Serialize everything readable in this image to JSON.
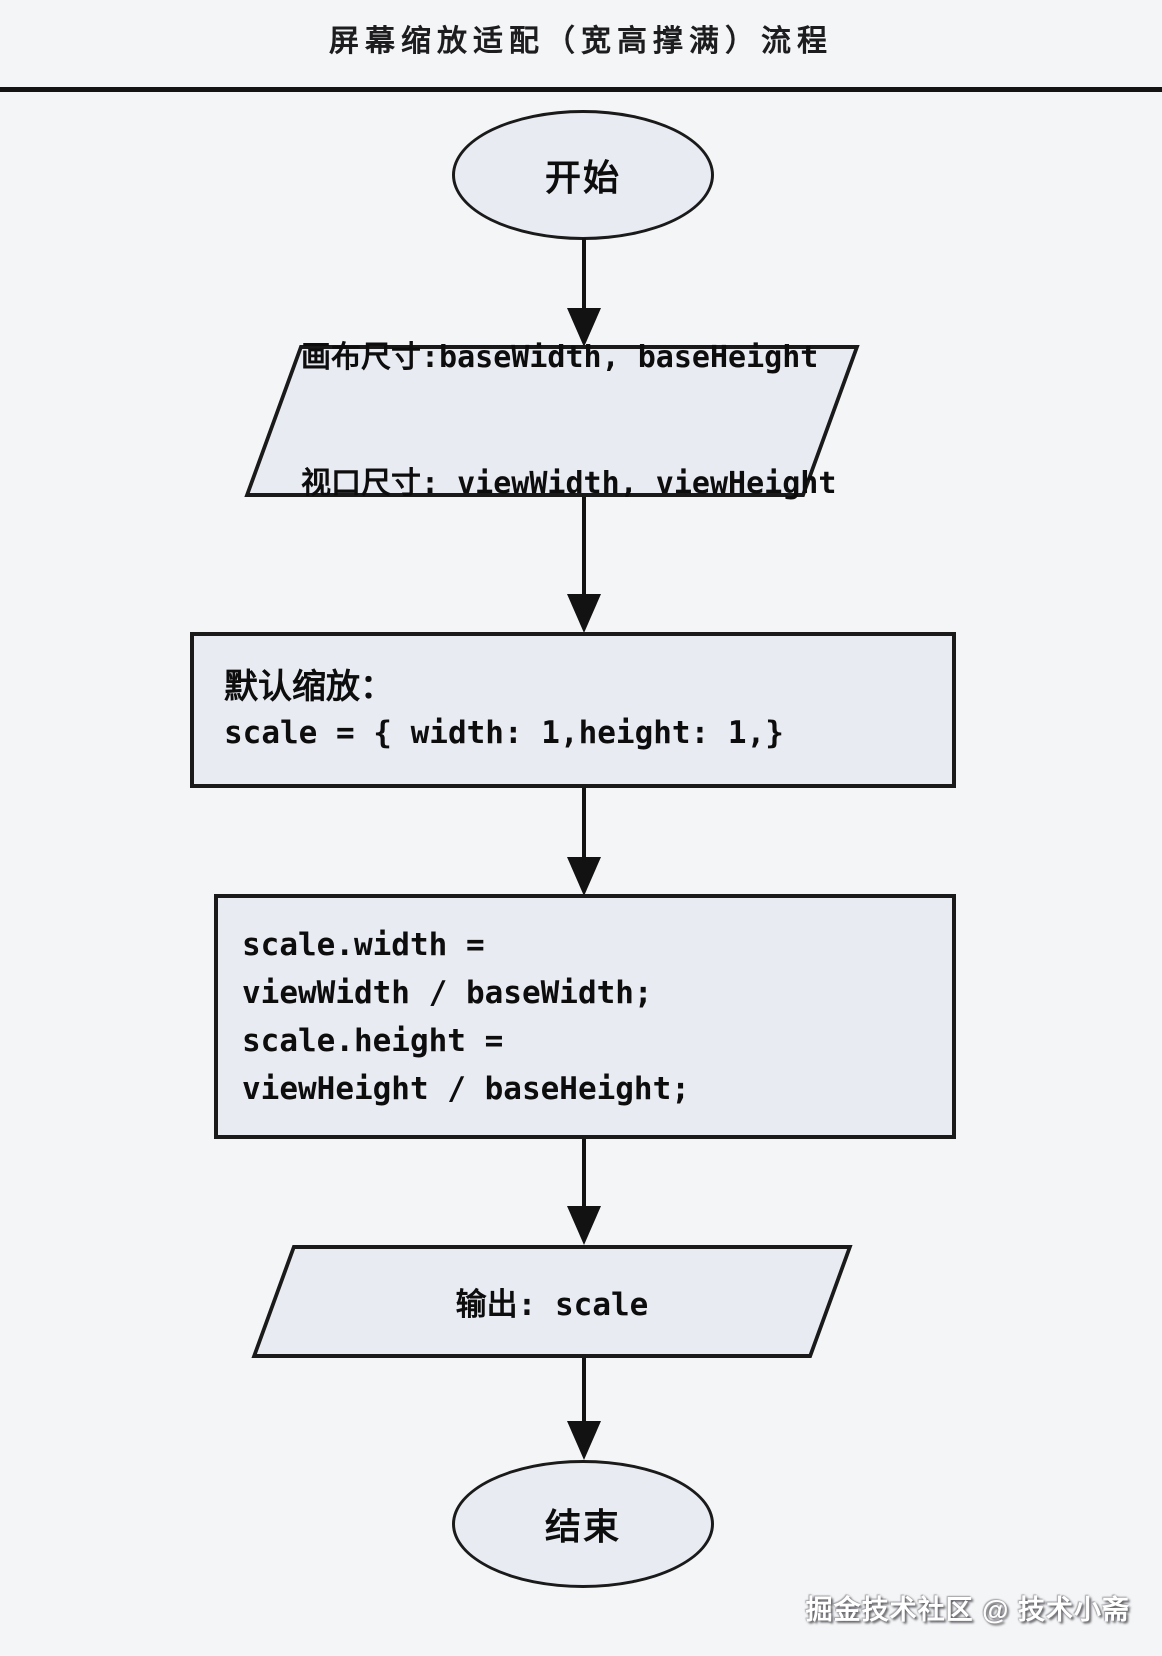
{
  "title": "屏幕缩放适配（宽高撑满）流程",
  "watermark": "掘金技术社区 @ 技术小斋",
  "colors": {
    "background": "#f4f5f7",
    "shape_fill": "#e9ebf3",
    "shape_border": "#1a1a1a",
    "text": "#0d0d0d",
    "rule": "#141414"
  },
  "flowchart": {
    "type": "flowchart",
    "direction": "top-to-bottom",
    "nodes": {
      "start": {
        "shape": "terminator",
        "label": "开始"
      },
      "input_sizes": {
        "shape": "parallelogram-io",
        "line1": "画布尺寸:baseWidth, baseHeight",
        "line2": "视口尺寸: viewWidth, viewHeight"
      },
      "default_scale": {
        "shape": "process-rectangle",
        "line1": "默认缩放：",
        "line2": "scale = { width: 1,height: 1,}"
      },
      "compute_scale": {
        "shape": "process-rectangle",
        "line1": "scale.width =",
        "line2": "viewWidth / baseWidth;",
        "line3": "scale.height =",
        "line4": "viewHeight / baseHeight;"
      },
      "output_scale": {
        "shape": "parallelogram-io",
        "label": "输出: scale"
      },
      "end": {
        "shape": "terminator",
        "label": "结束"
      }
    },
    "edges": [
      "start -> input_sizes",
      "input_sizes -> default_scale",
      "default_scale -> compute_scale",
      "compute_scale -> output_scale",
      "output_scale -> end"
    ]
  }
}
